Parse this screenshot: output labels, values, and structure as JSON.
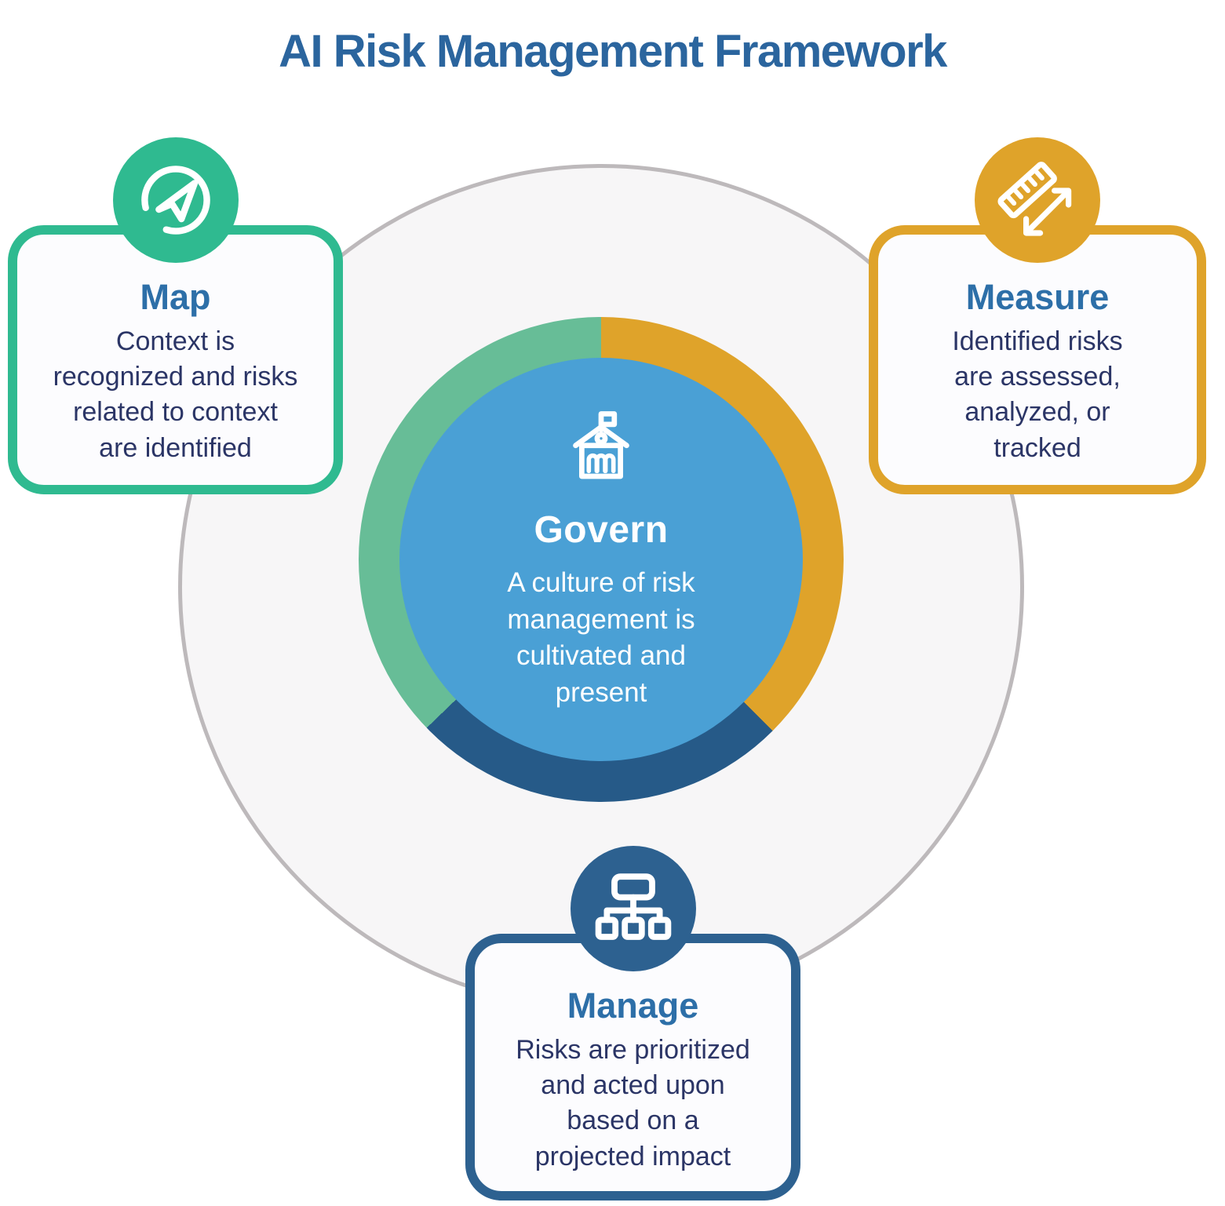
{
  "title": "AI Risk Management Framework",
  "colors": {
    "heading_strong": "#2b659e",
    "heading_blue": "#2d6fa8",
    "body_navy": "#2b3566",
    "card_fill": "#fcfcfe",
    "outer_circle_fill": "#f7f6f7",
    "outer_circle_border": "#bdb9bb",
    "center_blue": "#4aa0d5",
    "ring_green": "#67bd97",
    "ring_gold": "#dfa32a",
    "ring_navy": "#265a88",
    "accent_map": "#2fba90",
    "accent_measure": "#dfa32a",
    "accent_manage": "#2d6190"
  },
  "center": {
    "label": "Govern",
    "description": "A culture of risk\nmanagement is\ncultivated and\npresent",
    "icon": "government-building-icon"
  },
  "ring": {
    "segments": [
      {
        "label": "Measure",
        "color": "#dfa32a",
        "start_deg": 0,
        "end_deg": 135
      },
      {
        "label": "Manage",
        "color": "#265a88",
        "start_deg": 135,
        "end_deg": 226
      },
      {
        "label": "Map",
        "color": "#67bd97",
        "start_deg": 226,
        "end_deg": 360
      }
    ]
  },
  "cards": {
    "map": {
      "label": "Map",
      "description": "Context is\nrecognized and risks\nrelated to context\nare identified",
      "icon": "navigation-send-icon"
    },
    "measure": {
      "label": "Measure",
      "description": "Identified risks\nare assessed,\nanalyzed, or\ntracked",
      "icon": "ruler-measure-icon"
    },
    "manage": {
      "label": "Manage",
      "description": "Risks are prioritized\nand acted upon\nbased on a\nprojected impact",
      "icon": "org-chart-icon"
    }
  }
}
